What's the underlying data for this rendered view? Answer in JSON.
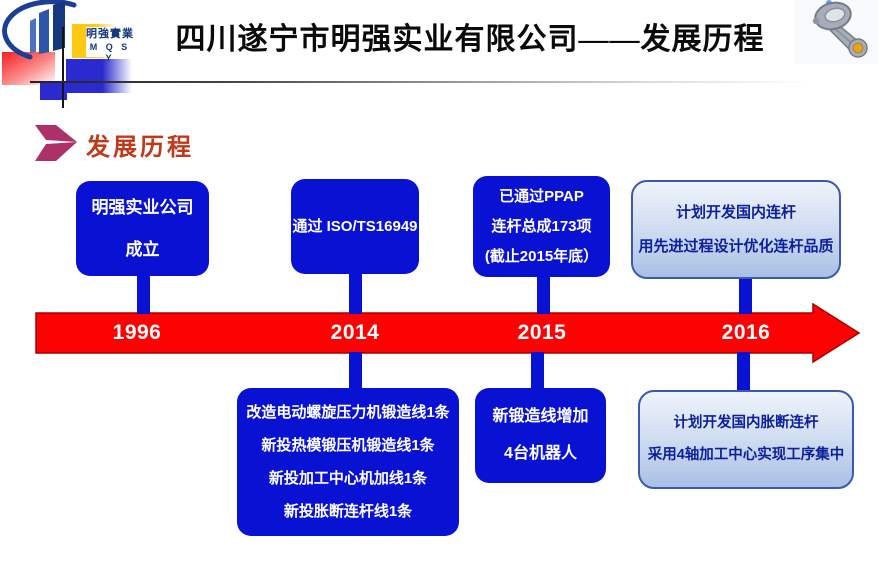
{
  "header": {
    "logo": {
      "name_cn": "明強實業",
      "name_en": "M Q S Y"
    },
    "title": "四川遂宁市明强实业有限公司——发展历程",
    "decoration_icon": "connecting-rod"
  },
  "section": {
    "title": "发展历程"
  },
  "timeline": {
    "years": [
      "1996",
      "2014",
      "2015",
      "2016"
    ],
    "milestones_above": [
      {
        "year": "1996",
        "style": "solid",
        "lines": [
          "明强实业公司",
          "成立"
        ]
      },
      {
        "year": "2014",
        "style": "solid",
        "lines": [
          "通过 ISO/TS16949"
        ]
      },
      {
        "year": "2015",
        "style": "solid",
        "lines": [
          "已通过PPAP",
          "连杆总成173项",
          "(截止2015年底）"
        ]
      },
      {
        "year": "2016",
        "style": "plan",
        "lines": [
          "计划开发国内连杆",
          "用先进过程设计优化连杆品质"
        ]
      }
    ],
    "milestones_below": [
      {
        "year": "2014",
        "style": "solid",
        "lines": [
          "改造电动螺旋压力机锻造线1条",
          "新投热模锻压机锻造线1条",
          "新投加工中心机加线1条",
          "新投胀断连杆线1条"
        ]
      },
      {
        "year": "2015",
        "style": "solid",
        "lines": [
          "新锻造线增加",
          "4台机器人"
        ]
      },
      {
        "year": "2016",
        "style": "plan",
        "lines": [
          "计划开发国内胀断连杆",
          "采用4轴加工中心实现工序集中"
        ]
      }
    ]
  },
  "colors": {
    "milestone_blue": "#0912d3",
    "timeline_red": "#fb0303",
    "plan_box_border": "#3c59ac",
    "plan_text": "#0c1f9c",
    "section_title_red": "#bf3a1a",
    "chevron_pink": "#ad3168",
    "logo_blue": "#1d3f93",
    "accent_yellow": "#ffc813"
  }
}
